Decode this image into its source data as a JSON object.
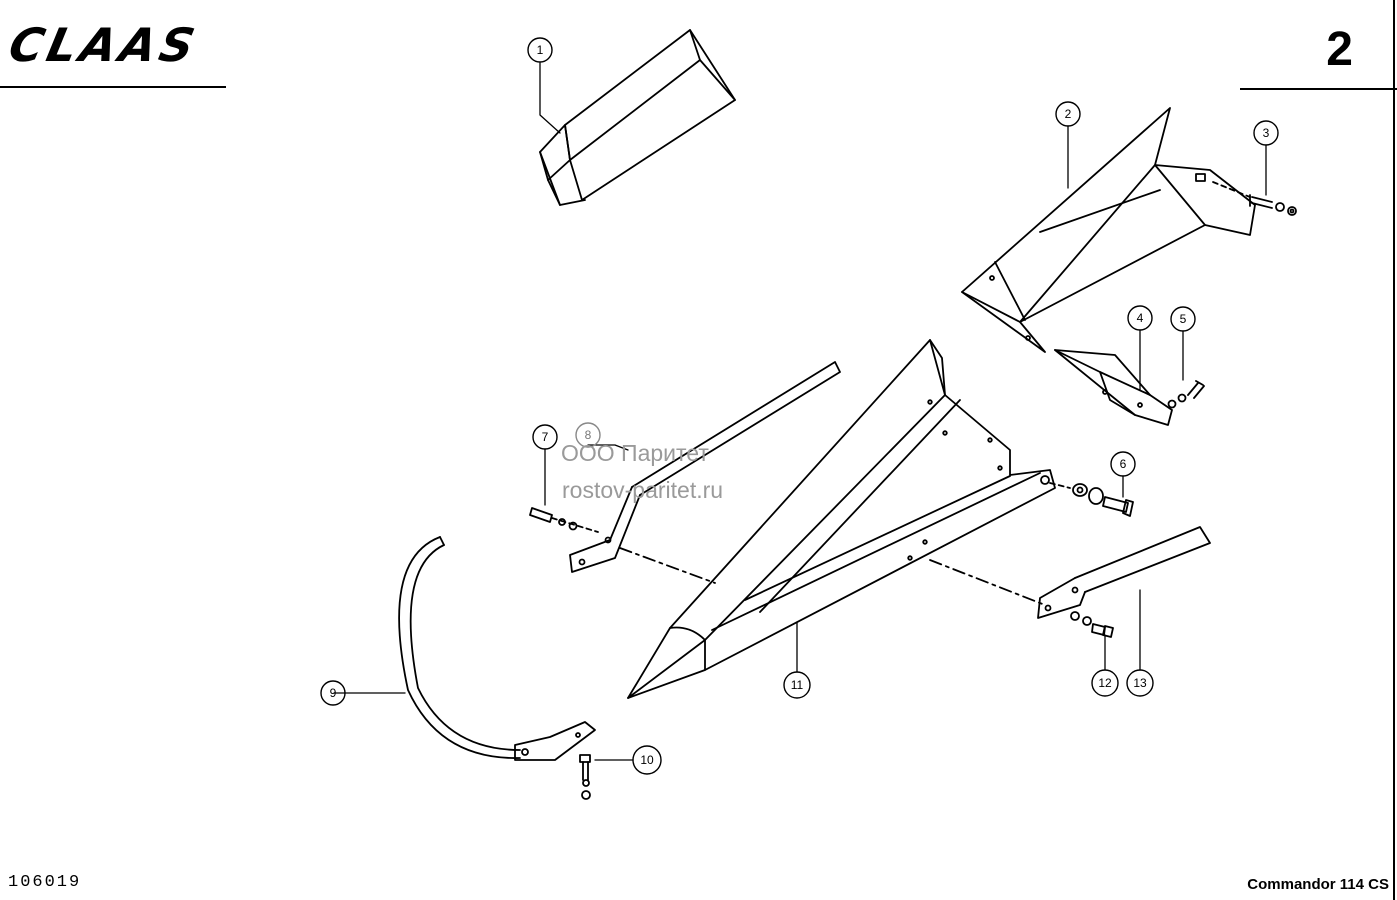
{
  "header": {
    "brand": "CLAAS",
    "page_number": "2"
  },
  "footer": {
    "document_id": "106019",
    "model": "Commandor 114 CS"
  },
  "watermark": {
    "line1": "ООО Паритет",
    "line2": "rostov-paritet.ru"
  },
  "callouts": [
    "1",
    "2",
    "3",
    "4",
    "5",
    "6",
    "7",
    "8",
    "9",
    "10",
    "11",
    "12",
    "13"
  ]
}
